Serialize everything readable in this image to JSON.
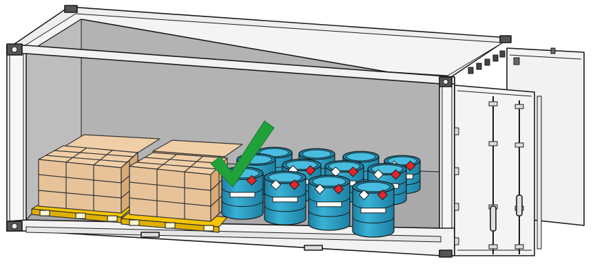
{
  "scene": {
    "subject": "shipping-container",
    "doors": "open",
    "cargo": [
      "cardboard-box-pallet",
      "cardboard-box-pallet",
      "hazmat-drum-group"
    ],
    "approval_mark": "green-checkmark",
    "colors": {
      "container_outline": "#1a1a1a",
      "container_frame": "#f2f2f2",
      "container_interior": "#b3b3b3",
      "box_fill": "#e8c39a",
      "pallet_fill": "#f5c400",
      "drum_fill": "#2fa3c8",
      "drum_dark": "#1c7fa3",
      "hazard_red": "#e3262a",
      "checkmark": "#1fa23a"
    }
  }
}
